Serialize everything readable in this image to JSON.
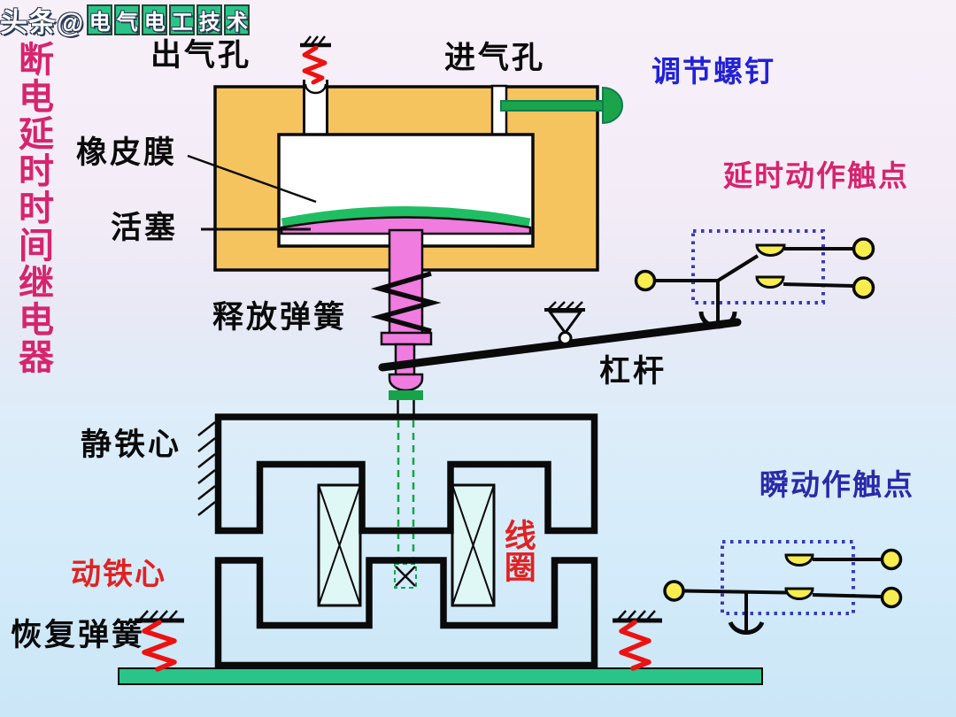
{
  "diagram_title": "断电延时时间继电器",
  "labels": {
    "air_outlet": "出气孔",
    "air_inlet": "进气孔",
    "adjusting_screw": "调节螺钉",
    "rubber_membrane": "橡皮膜",
    "piston": "活塞",
    "delay_action_contacts": "延时动作触点",
    "release_spring": "释放弹簧",
    "lever": "杠杆",
    "static_iron_core": "静铁心",
    "instant_action_contacts": "瞬动作触点",
    "coil": "线圈",
    "moving_iron_core": "动铁心",
    "recovery_spring": "恢复弹簧"
  },
  "watermark": {
    "prefix": "头条@",
    "tiled_text": "电气电工技术"
  },
  "colors": {
    "background_top": "#f8f0f9",
    "background_bottom": "#cbe6f7",
    "chamber_body_orange": "#f6c45f",
    "piston_pink": "#f07ce0",
    "membrane_green": "#1fbe63",
    "base_green": "#2bc488",
    "screw_green": "#17a348",
    "contact_yellow": "#f8ed4e",
    "spring_red": "#ec1212",
    "title_crimson": "#d6246e",
    "screw_label_blue": "#2121d6",
    "instant_label_navy": "#2a2aa8",
    "coil_label_red": "#e02222",
    "dotted_box_blue": "#3a3ab4",
    "coil_fill_cyan": "#e0f8f5",
    "outline_black": "#0a0a0a"
  }
}
